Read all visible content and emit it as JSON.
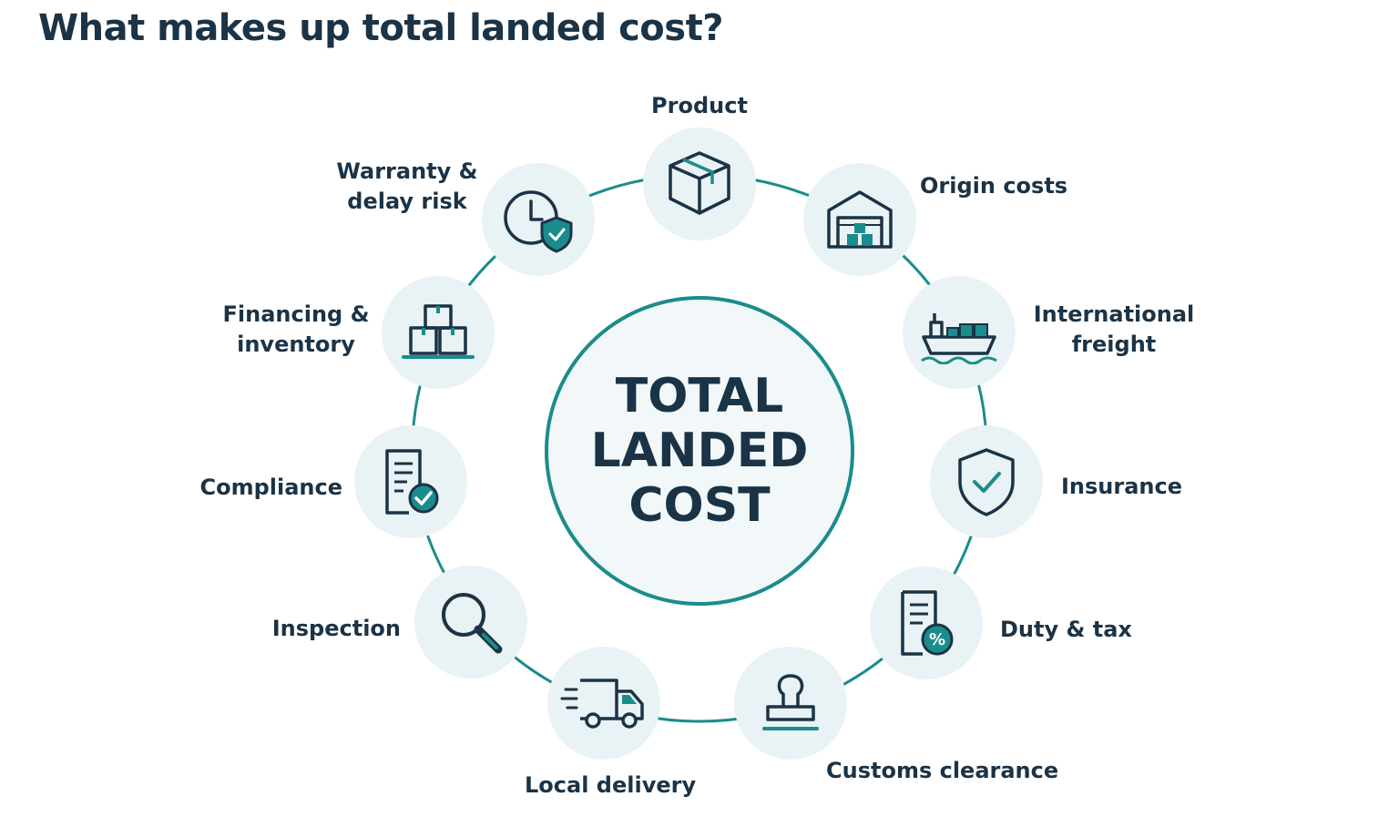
{
  "title": "What makes up total landed cost?",
  "center": {
    "lines": [
      "TOTAL",
      "LANDED",
      "COST"
    ]
  },
  "components": [
    {
      "id": "product",
      "lines": [
        "Product"
      ],
      "icon": "box-icon"
    },
    {
      "id": "origin-costs",
      "lines": [
        "Origin costs"
      ],
      "icon": "warehouse-icon"
    },
    {
      "id": "international-freight",
      "lines": [
        "International",
        "freight"
      ],
      "icon": "cargo-ship-icon"
    },
    {
      "id": "insurance",
      "lines": [
        "Insurance"
      ],
      "icon": "shield-check-icon"
    },
    {
      "id": "duty-tax",
      "lines": [
        "Duty & tax"
      ],
      "icon": "document-percent-icon"
    },
    {
      "id": "customs-clearance",
      "lines": [
        "Customs clearance"
      ],
      "icon": "stamp-icon"
    },
    {
      "id": "local-delivery",
      "lines": [
        "Local delivery"
      ],
      "icon": "delivery-truck-icon"
    },
    {
      "id": "inspection",
      "lines": [
        "Inspection"
      ],
      "icon": "magnifier-icon"
    },
    {
      "id": "compliance",
      "lines": [
        "Compliance"
      ],
      "icon": "document-check-icon"
    },
    {
      "id": "financing-inventory",
      "lines": [
        "Financing &",
        "inventory"
      ],
      "icon": "stacked-boxes-icon"
    },
    {
      "id": "warranty-delay-risk",
      "lines": [
        "Warranty &",
        "delay risk"
      ],
      "icon": "clock-shield-icon"
    }
  ],
  "colors": {
    "text": "#1b3346",
    "teal": "#1b8c8c",
    "node_fill": "#e9f2f4",
    "center_fill": "#f2f8f9"
  }
}
